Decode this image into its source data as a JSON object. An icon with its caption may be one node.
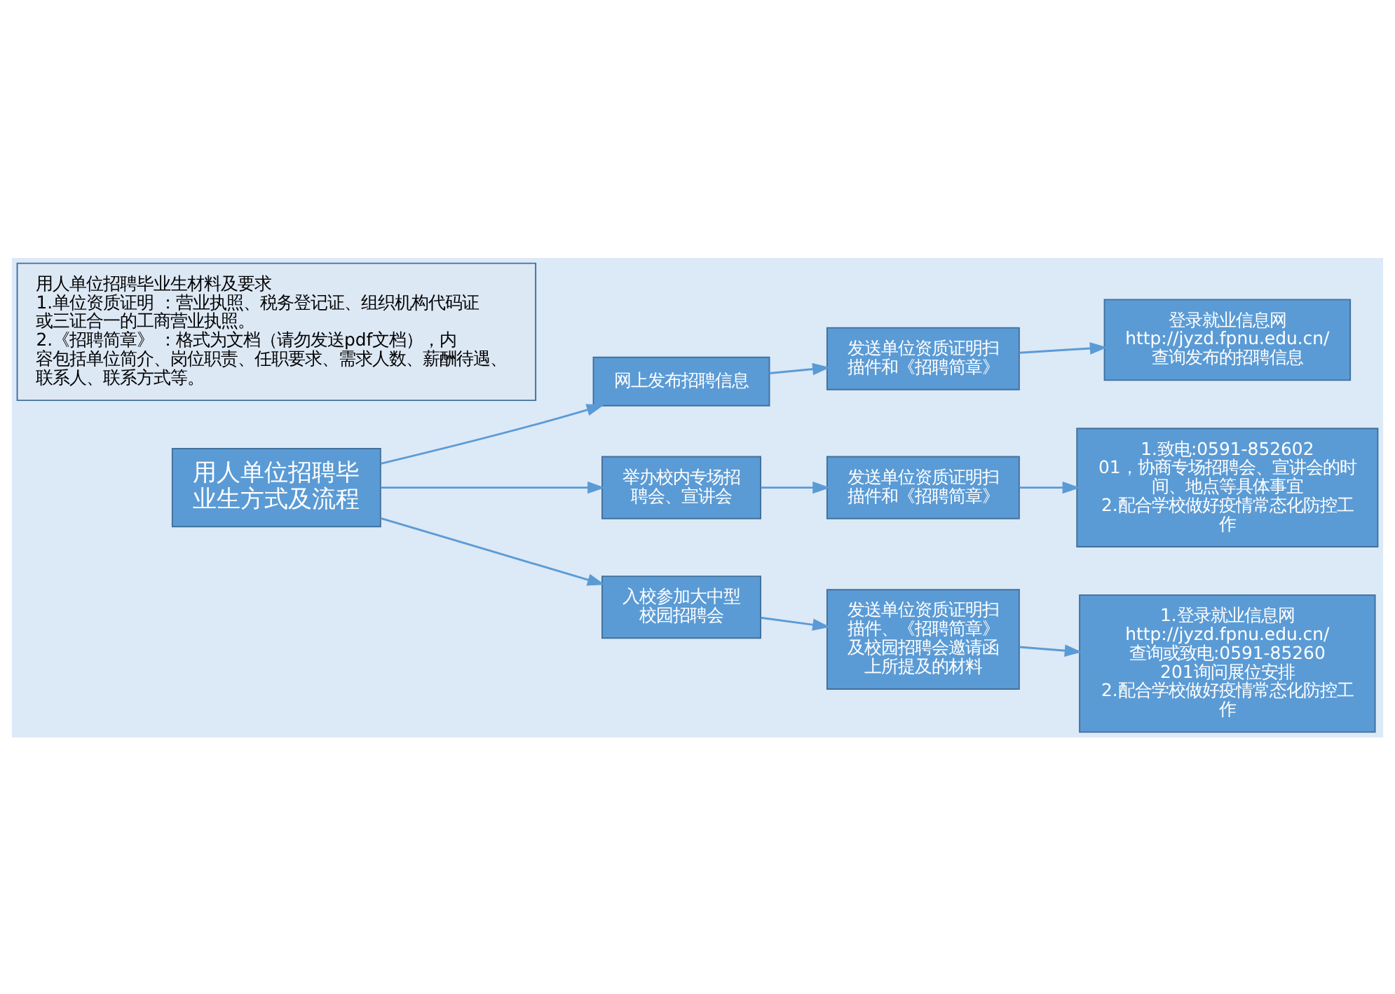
{
  "diagram": {
    "nodes": [
      {
        "text": [
          "用人单位招聘毕业生方式及流程"
        ]
      },
      {
        "text": [
          "网上发布招聘信息"
        ]
      },
      {
        "text": [
          "举办校内专场招聘会、宣讲会"
        ]
      },
      {
        "text": [
          "入校参加大中型校园招聘会"
        ]
      },
      {
        "text": [
          "发送单位资质证明扫描件和《招聘简章》"
        ]
      },
      {
        "text": [
          "发送单位资质证明扫描件和《招聘简章》"
        ]
      },
      {
        "text": [
          "发送单位资质证明扫描件、《招聘简章》及校园招聘会邀请函上所提及的材料"
        ]
      },
      {
        "text": [
          "登录就业信息网",
          "http://jyzd.fpnu.edu.cn/",
          "查询发布的招聘信息"
        ]
      },
      {
        "text": [
          "1.致电:0591-85260201，协商专场招聘会、宣讲会的时间、地点等具体事宜",
          "2.配合学校做好疫情常态化防控工作"
        ]
      },
      {
        "text": [
          "1.登录就业信息网",
          "http://jyzd.fpnu.edu.cn/",
          "查询或致电:0591-85260201询问展位安排",
          "2.配合学校做好疫情常态化防控工作"
        ]
      },
      {
        "text": [
          "用人单位招聘毕业生材料及要求",
          "1.单位资质证明 ：营业执照、税务登记证、组织机构代码证或三证合一的工商营业执照。",
          "2.《招聘简章》 ：格式为文档（请勿发送pdf文档），内容包括单位简介、岗位职责、任职要求、需求人数、薪酬待遇、联系人、联系方式等。"
        ]
      }
    ],
    "edges": [
      {
        "from": 0,
        "to": 1,
        "arrow": "to"
      },
      {
        "from": 0,
        "to": 2,
        "arrow": "to"
      },
      {
        "from": 0,
        "to": 3,
        "arrow": "to"
      },
      {
        "from": 1,
        "to": 4,
        "arrow": "to"
      },
      {
        "from": 2,
        "to": 5,
        "arrow": "to"
      },
      {
        "from": 3,
        "to": 6,
        "arrow": "to"
      },
      {
        "from": 4,
        "to": 7,
        "arrow": "to"
      },
      {
        "from": 5,
        "to": 8,
        "arrow": "to"
      },
      {
        "from": 6,
        "to": 9,
        "arrow": "to"
      }
    ]
  }
}
